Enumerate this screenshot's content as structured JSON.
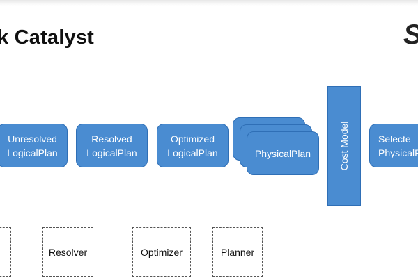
{
  "title": "k Catalyst",
  "logo": "S",
  "plans": {
    "unresolved": [
      "Unresolved",
      "LogicalPlan"
    ],
    "resolved": [
      "Resolved",
      "LogicalPlan"
    ],
    "optimized": [
      "Optimized",
      "LogicalPlan"
    ],
    "physical": "PhysicalPlan",
    "selected": [
      "Selecte",
      "PhysicalPla"
    ]
  },
  "cost_model": [
    "Cost",
    "Model"
  ],
  "components": {
    "first": "",
    "resolver": "Resolver",
    "optimizer": "Optimizer",
    "planner": "Planner"
  },
  "colors": {
    "box_fill": "#4a8cd1",
    "box_border": "#2f6fb6",
    "box_text": "#ffffff"
  }
}
